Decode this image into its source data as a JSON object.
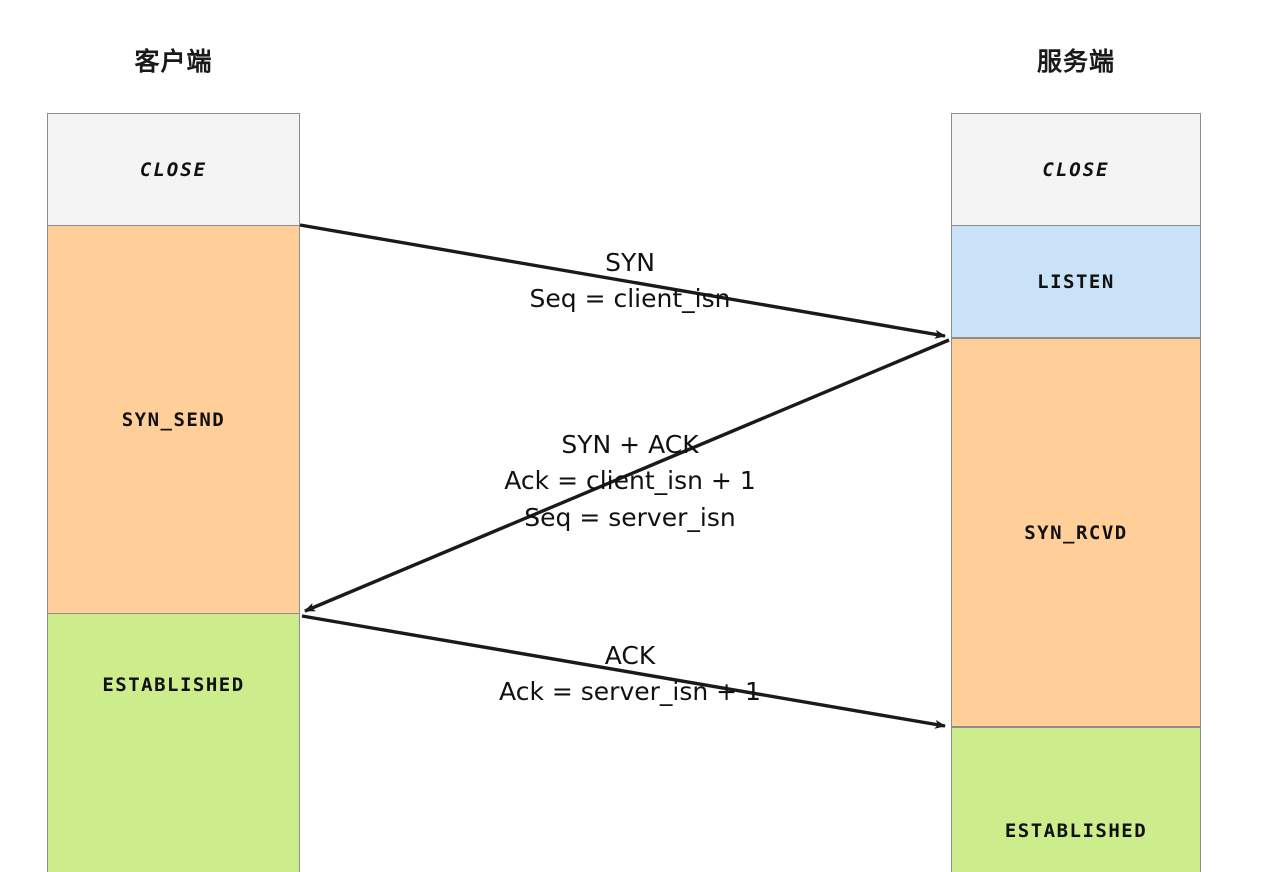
{
  "diagram": {
    "title": "TCP three-way handshake",
    "columns": [
      {
        "id": "client",
        "header": "客户端"
      },
      {
        "id": "server",
        "header": "服务端"
      }
    ],
    "colors": {
      "close": "#f4f4f4",
      "orange": "#ffce99",
      "blue": "#c9e2f7",
      "green": "#cdec8c",
      "border": "#8c8c8c",
      "arrow": "#1a1a1a",
      "text": "#111111"
    },
    "client_states": [
      {
        "label": "CLOSE",
        "color": "close"
      },
      {
        "label": "SYN_SEND",
        "color": "orange"
      },
      {
        "label": "ESTABLISHED",
        "color": "green"
      }
    ],
    "server_states": [
      {
        "label": "CLOSE",
        "color": "close"
      },
      {
        "label": "LISTEN",
        "color": "blue"
      },
      {
        "label": "SYN_RCVD",
        "color": "orange"
      },
      {
        "label": "ESTABLISHED",
        "color": "green"
      }
    ],
    "messages": [
      {
        "id": "syn",
        "direction": "client-to-server",
        "lines": [
          "SYN",
          "Seq = client_isn"
        ]
      },
      {
        "id": "syn-ack",
        "direction": "server-to-client",
        "lines": [
          "SYN + ACK",
          "Ack = client_isn + 1",
          "Seq = server_isn"
        ]
      },
      {
        "id": "ack",
        "direction": "client-to-server",
        "lines": [
          "ACK",
          "Ack = server_isn + 1"
        ]
      }
    ]
  }
}
